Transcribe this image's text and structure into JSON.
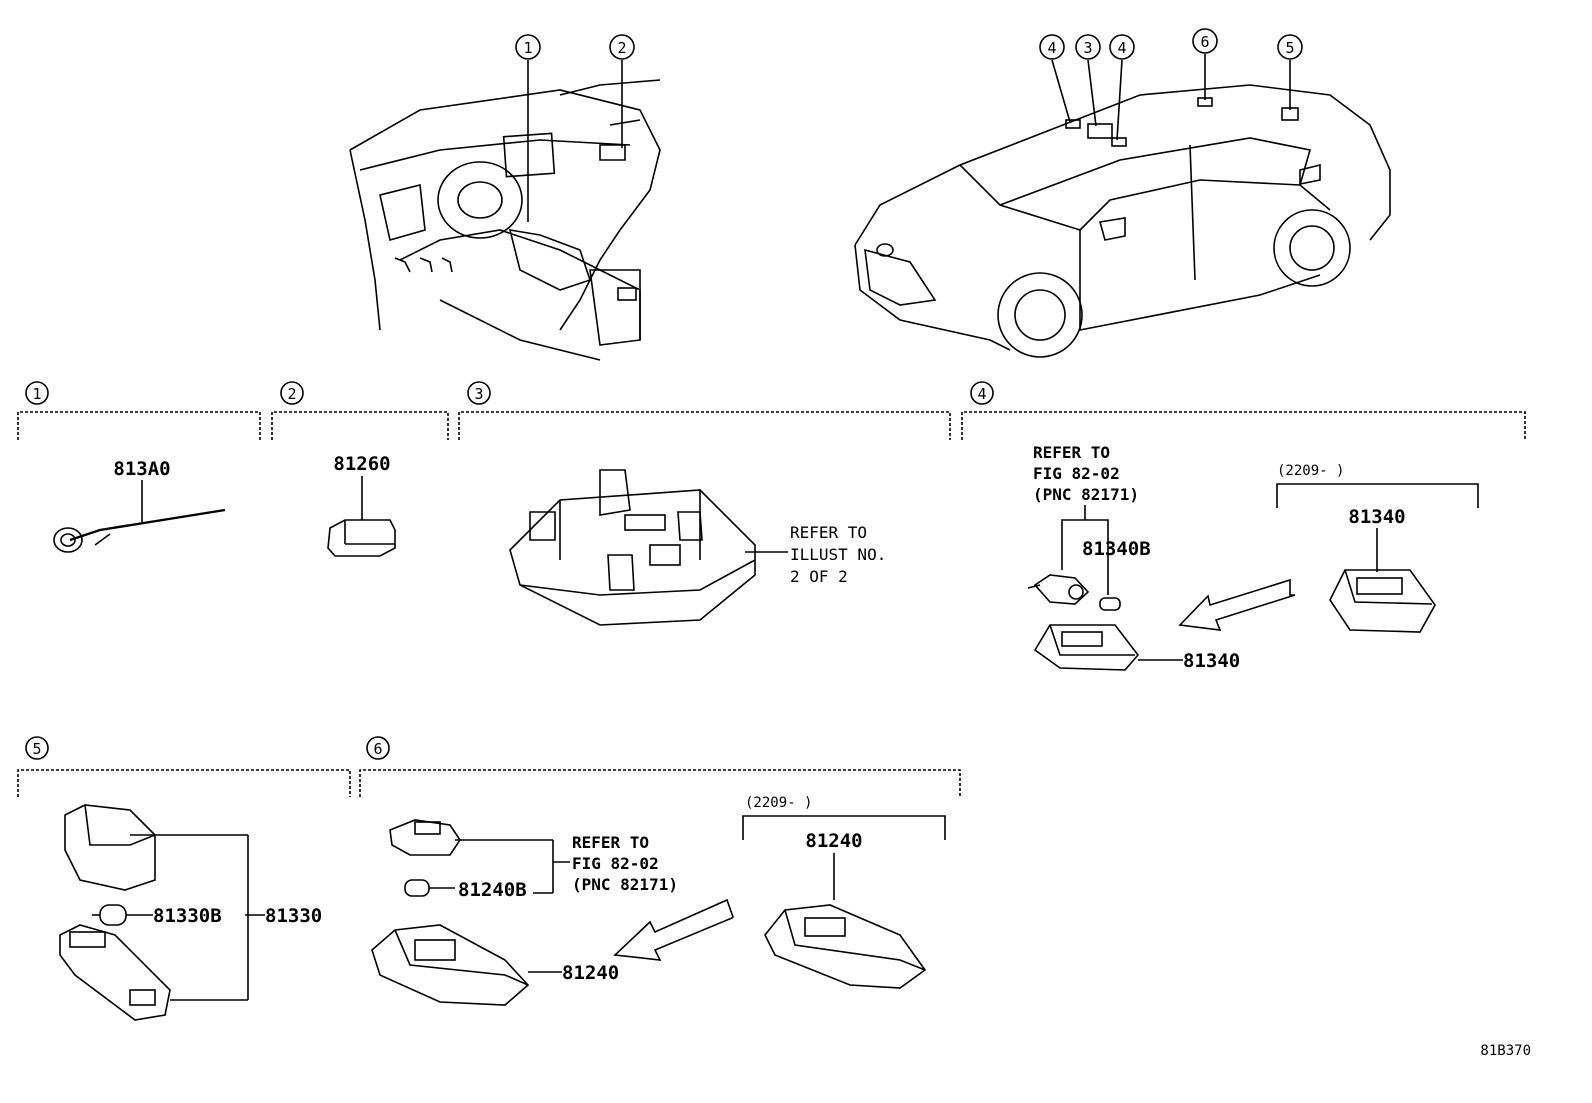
{
  "callouts": [
    "1",
    "2",
    "3",
    "4",
    "5",
    "6"
  ],
  "top_callouts": {
    "interior": [
      "1",
      "2"
    ],
    "car": [
      "4",
      "3",
      "4",
      "6",
      "5"
    ]
  },
  "sections": {
    "s1": {
      "num": "1",
      "part": "813A0"
    },
    "s2": {
      "num": "2",
      "part": "81260"
    },
    "s3": {
      "num": "3",
      "refer": [
        "REFER TO",
        "ILLUST NO.",
        "2 OF 2"
      ]
    },
    "s4": {
      "num": "4",
      "refer": [
        "REFER TO",
        "FIG 82-02",
        "(PNC 82171)"
      ],
      "bulb": "81340B",
      "lamp": "81340",
      "date": "(2209-      )",
      "new_lamp": "81340"
    },
    "s5": {
      "num": "5",
      "bulb": "81330B",
      "lamp": "81330"
    },
    "s6": {
      "num": "6",
      "refer": [
        "REFER TO",
        "FIG 82-02",
        "(PNC 82171)"
      ],
      "bulb": "81240B",
      "lamp": "81240",
      "date": "(2209-      )",
      "new_lamp": "81240"
    }
  },
  "figure_id": "81B370"
}
